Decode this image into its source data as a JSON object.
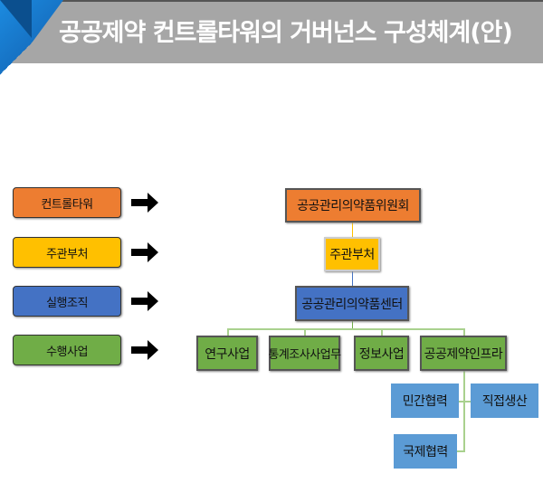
{
  "title": "공공제약 컨트롤타워의 거버넌스 구성체계(안)",
  "legend": [
    {
      "label": "컨트롤타워",
      "color": "#ed7d31"
    },
    {
      "label": "주관부처",
      "color": "#ffc000"
    },
    {
      "label": "실행조직",
      "color": "#4472c4"
    },
    {
      "label": "수행사업",
      "color": "#70ad47"
    }
  ],
  "org": {
    "committee": "공공관리의약품위원회",
    "ministry": "주관부처",
    "center": "공공관리의약품센터",
    "projects": [
      "연구사업",
      "통계조사사업무",
      "정보사업",
      "공공제약인프라"
    ],
    "infra": [
      "민간협력",
      "직접생산",
      "국제협력"
    ]
  }
}
